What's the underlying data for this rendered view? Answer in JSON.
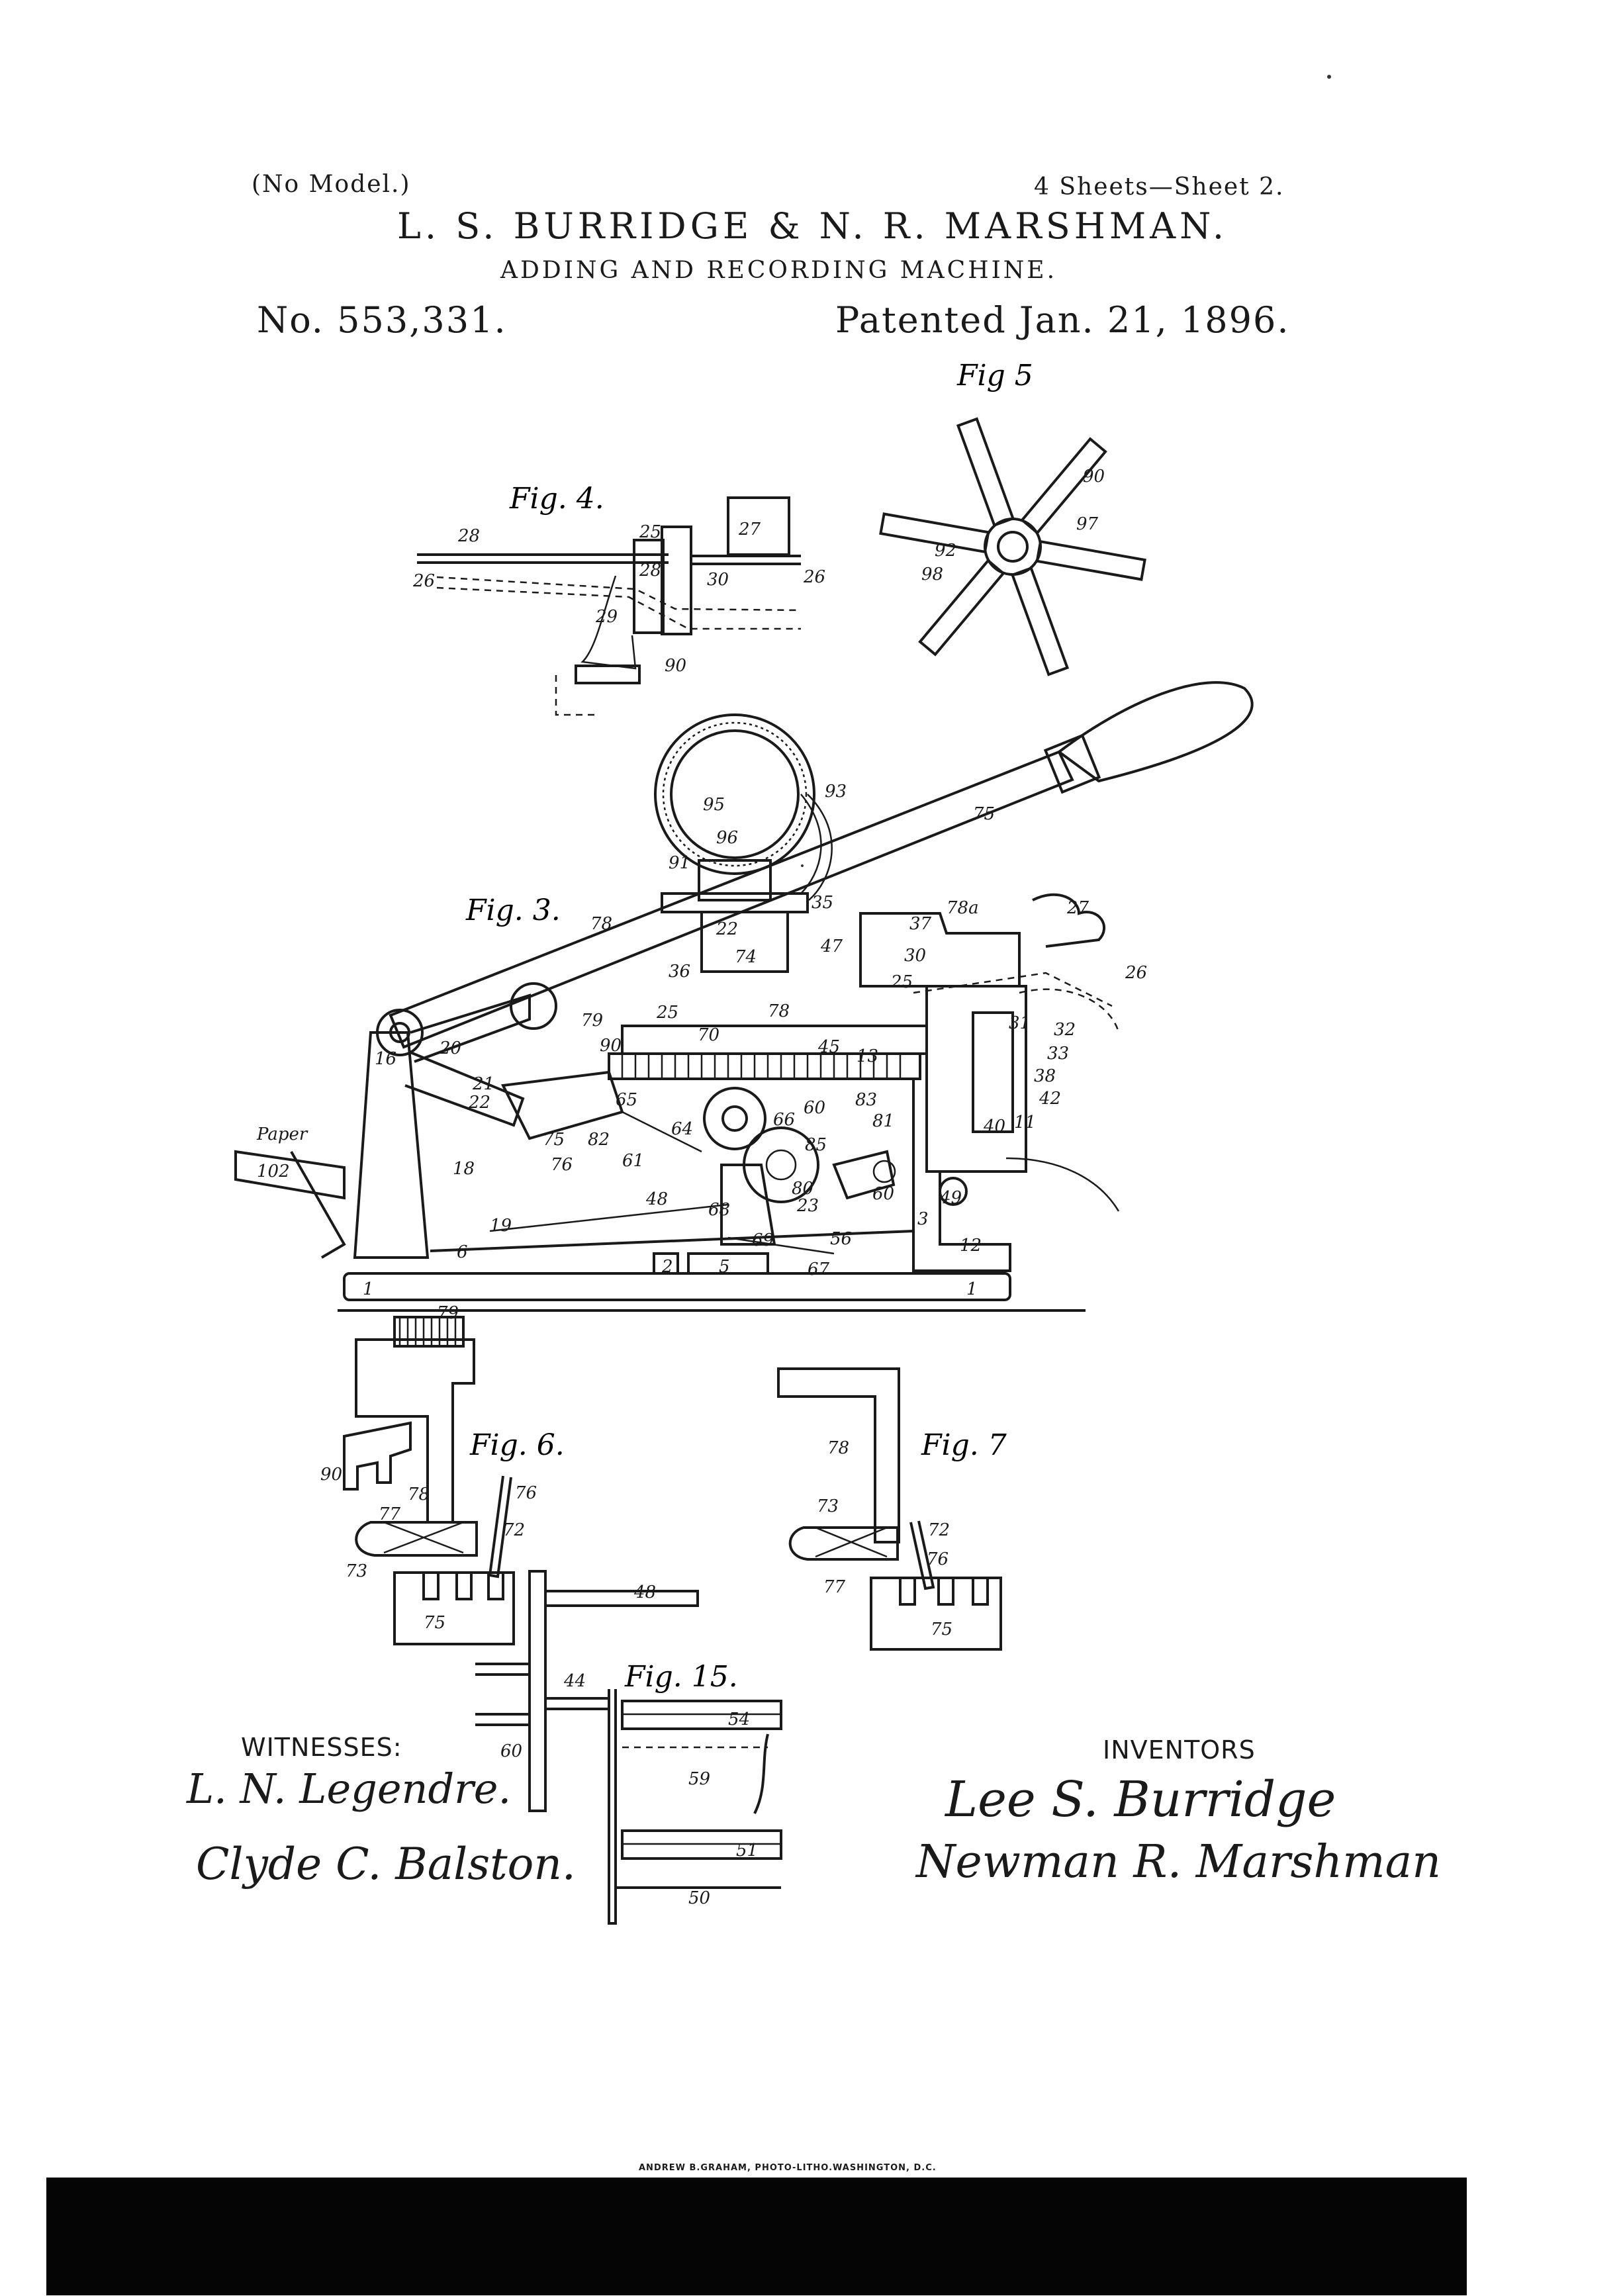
{
  "header": {
    "no_model": "(No Model.)",
    "sheets": "4 Sheets—Sheet 2.",
    "inventors_names": "L. S. BURRIDGE & N. R. MARSHMAN.",
    "title": "ADDING AND RECORDING MACHINE.",
    "patent_number": "No. 553,331.",
    "patent_date": "Patented Jan. 21, 1896."
  },
  "figures": {
    "fig3": "Fig. 3.",
    "fig4": "Fig. 4.",
    "fig5": "Fig 5",
    "fig6": "Fig. 6.",
    "fig7": "Fig. 7",
    "fig15": "Fig. 15."
  },
  "reference_numerals": {
    "fig3": [
      "1",
      "1",
      "2",
      "3",
      "5",
      "6",
      "11",
      "12",
      "13",
      "16",
      "18",
      "19",
      "20",
      "21",
      "22",
      "23",
      "25",
      "25",
      "26",
      "27",
      "30",
      "31",
      "32",
      "33",
      "35",
      "37",
      "38",
      "40",
      "42",
      "45",
      "47",
      "48",
      "49",
      "56",
      "60",
      "61",
      "64",
      "65",
      "66",
      "67",
      "68",
      "69",
      "70",
      "74",
      "75",
      "76",
      "78",
      "78",
      "78a",
      "79",
      "80",
      "81",
      "82",
      "83",
      "85",
      "90",
      "91",
      "93",
      "95",
      "96",
      "102"
    ],
    "fig3_paper_label": "Paper",
    "fig4": [
      "25",
      "26",
      "26",
      "27",
      "28",
      "28",
      "29",
      "30",
      "90"
    ],
    "fig5": [
      "90",
      "92",
      "97",
      "98"
    ],
    "fig6": [
      "72",
      "73",
      "75",
      "76",
      "77",
      "78",
      "79",
      "90"
    ],
    "fig7": [
      "72",
      "73",
      "75",
      "76",
      "77",
      "78"
    ],
    "fig15": [
      "44",
      "48",
      "50",
      "51",
      "54",
      "59",
      "60"
    ]
  },
  "witnesses": {
    "label": "WITNESSES:",
    "signature_1": "L. N. Legendre.",
    "signature_2": "Clyde C. Balston."
  },
  "inventors": {
    "label": "INVENTORS",
    "signature_1": "Lee S. Burridge",
    "signature_2": "Newman R. Marshman"
  },
  "imprint": "ANDREW B.GRAHAM, PHOTO-LITHO.WASHINGTON, D.C."
}
